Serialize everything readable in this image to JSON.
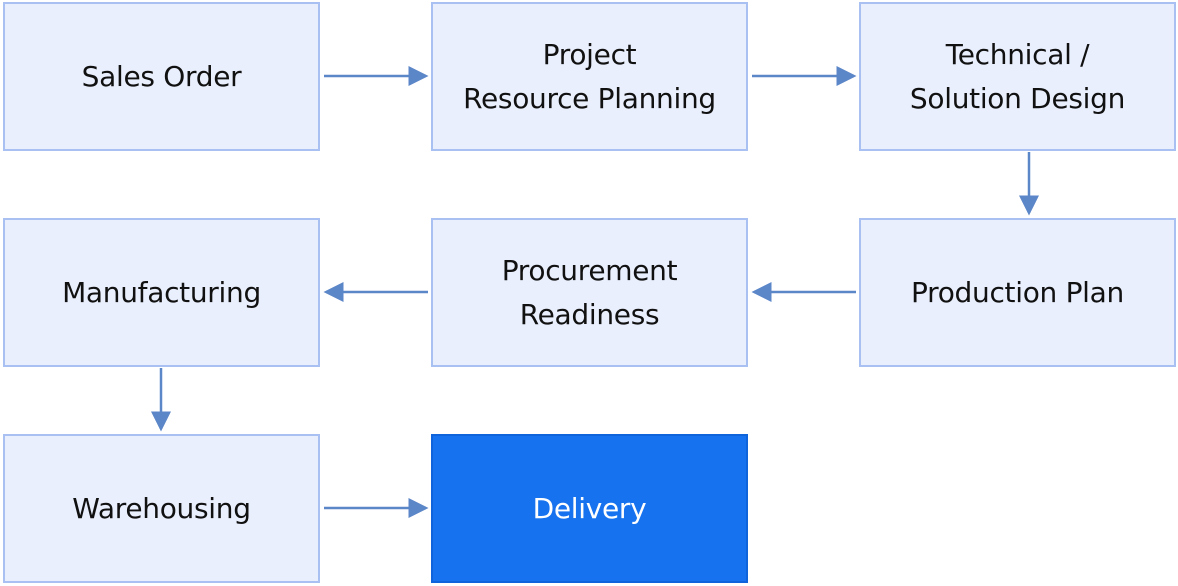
{
  "flow": {
    "steps": [
      {
        "label": "Sales Order"
      },
      {
        "label": "Project\nResource Planning"
      },
      {
        "label": "Technical /\nSolution Design"
      },
      {
        "label": "Production Plan"
      },
      {
        "label": "Procurement\nReadiness"
      },
      {
        "label": "Manufacturing"
      },
      {
        "label": "Warehousing"
      },
      {
        "label": "Delivery"
      }
    ],
    "connections": [
      [
        "Sales Order",
        "Project Resource Planning"
      ],
      [
        "Project Resource Planning",
        "Technical / Solution Design"
      ],
      [
        "Technical / Solution Design",
        "Production Plan"
      ],
      [
        "Production Plan",
        "Procurement Readiness"
      ],
      [
        "Procurement Readiness",
        "Manufacturing"
      ],
      [
        "Manufacturing",
        "Warehousing"
      ],
      [
        "Warehousing",
        "Delivery"
      ]
    ]
  },
  "colors": {
    "box_fill": "#e9effd",
    "box_border": "#a9c1f2",
    "arrow": "#5b86c8",
    "highlight_fill": "#1672ef",
    "highlight_text": "#ffffff"
  }
}
